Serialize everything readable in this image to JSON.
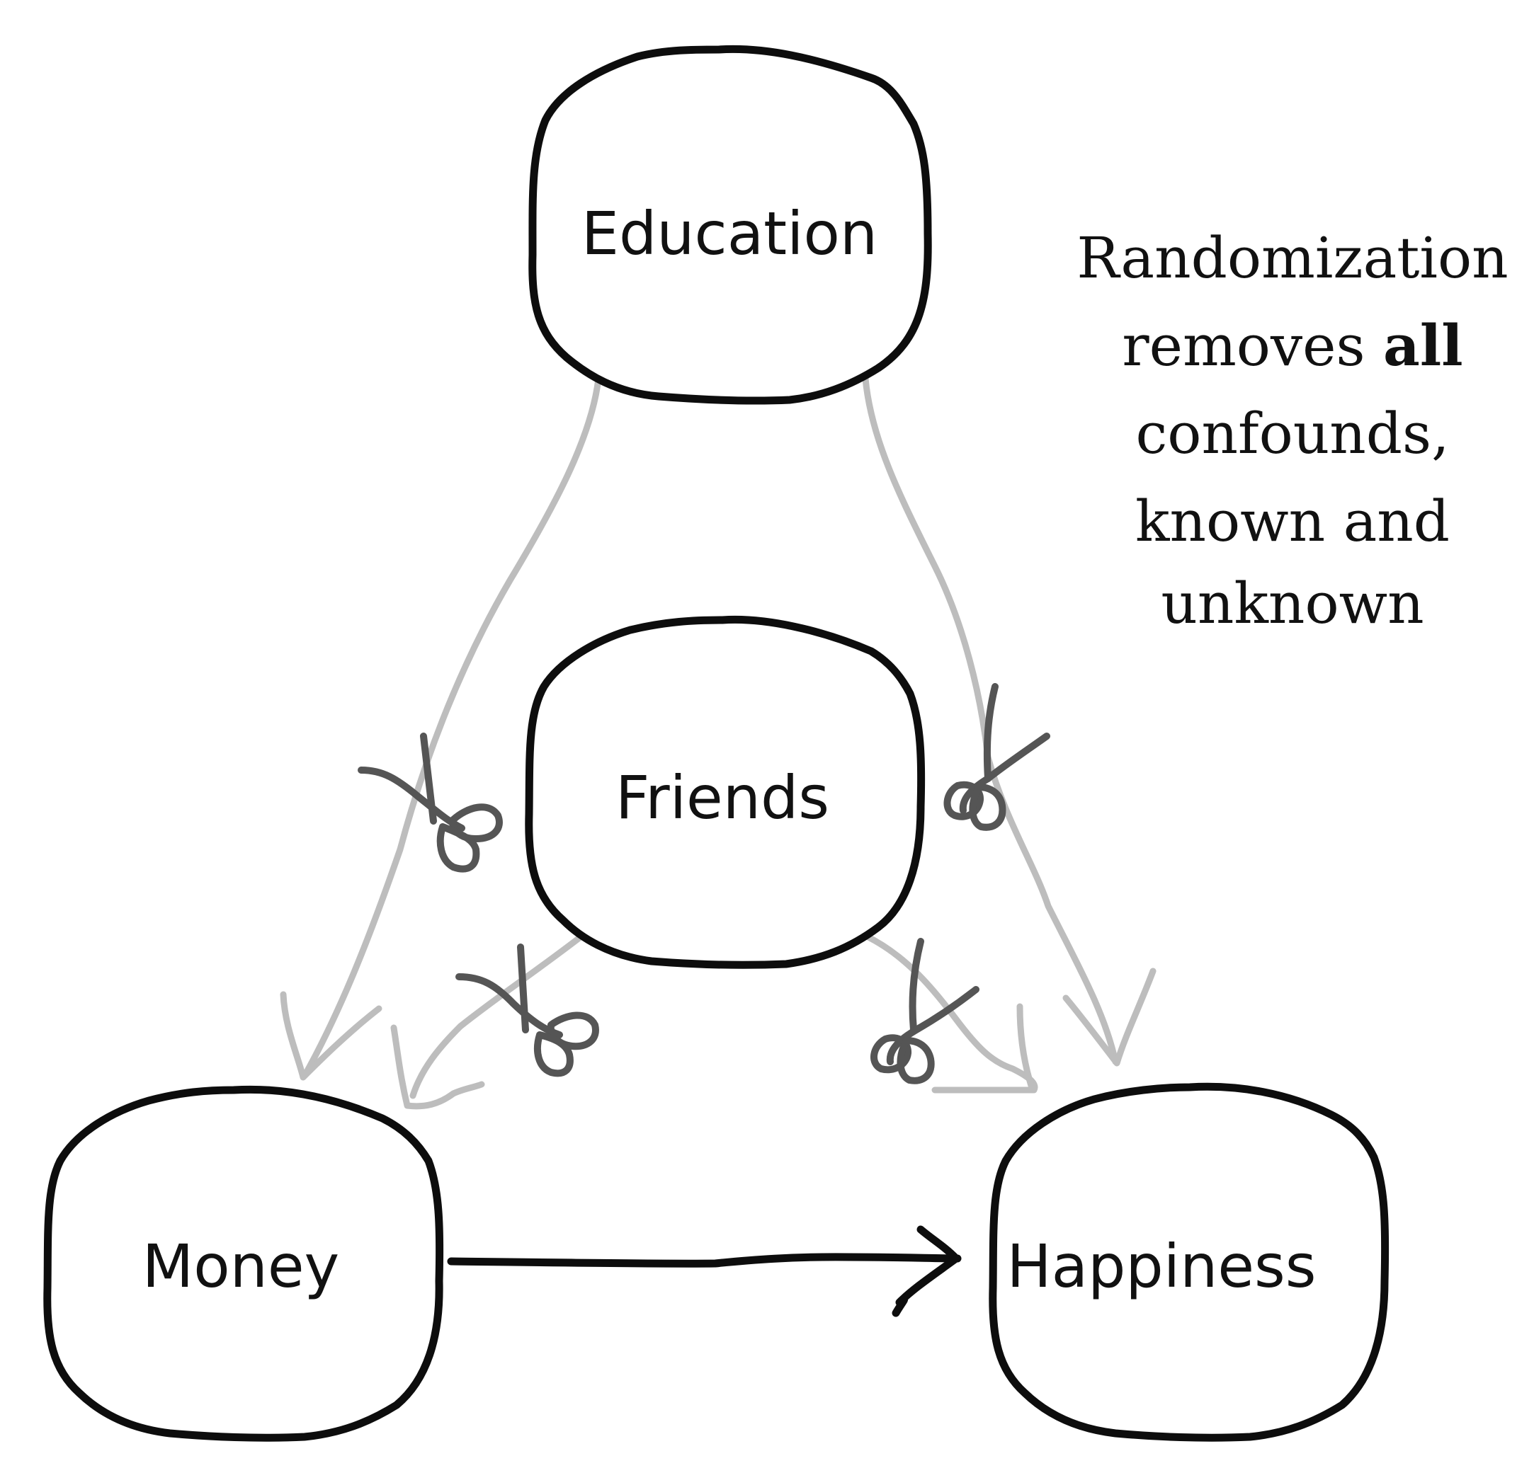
{
  "nodes": {
    "education": "Education",
    "friends": "Friends",
    "money": "Money",
    "happiness": "Happiness"
  },
  "note": {
    "line1": "Randomization",
    "line2_pre": "removes ",
    "line2_bold": "all",
    "line3": "confounds,",
    "line4": "known and",
    "line5": "unknown"
  },
  "colors": {
    "node_stroke": "#0d0d0d",
    "cut_edges": "#bdbdbd",
    "scissors": "#555555",
    "causal_edge": "#0d0d0d"
  }
}
